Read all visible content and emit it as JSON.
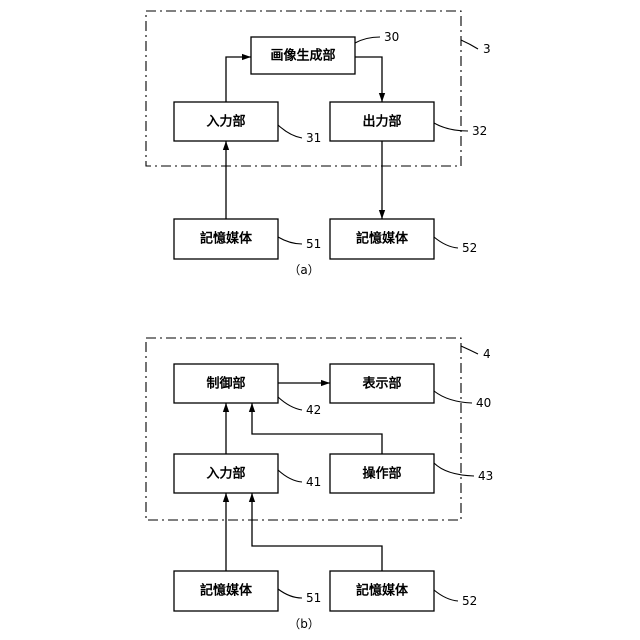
{
  "diagram_a": {
    "caption": "（a）",
    "frame_ref": "3",
    "blocks": {
      "image_gen": {
        "label": "画像生成部",
        "ref": "30"
      },
      "input": {
        "label": "入力部",
        "ref": "31"
      },
      "output": {
        "label": "出力部",
        "ref": "32"
      },
      "media_in": {
        "label": "記憶媒体",
        "ref": "51"
      },
      "media_out": {
        "label": "記憶媒体",
        "ref": "52"
      }
    }
  },
  "diagram_b": {
    "caption": "（b）",
    "frame_ref": "4",
    "blocks": {
      "control": {
        "label": "制御部",
        "ref": "42"
      },
      "display": {
        "label": "表示部",
        "ref": "40"
      },
      "input": {
        "label": "入力部",
        "ref": "41"
      },
      "operation": {
        "label": "操作部",
        "ref": "43"
      },
      "media1": {
        "label": "記憶媒体",
        "ref": "51"
      },
      "media2": {
        "label": "記憶媒体",
        "ref": "52"
      }
    }
  }
}
